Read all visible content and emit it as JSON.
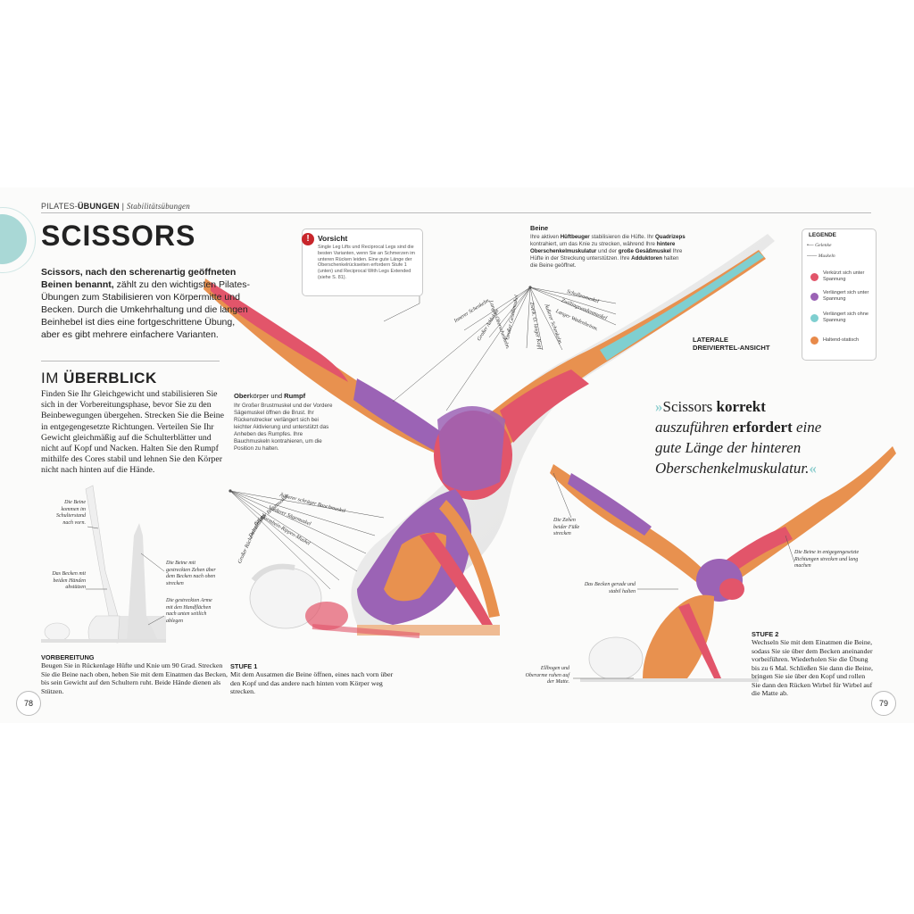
{
  "running_head": {
    "section": "PILATES-",
    "section_bold": "ÜBUNGEN",
    "separator": "|",
    "sub": "Stabilitätsübungen"
  },
  "title": "SCISSORS",
  "intro": {
    "bold": "Scissors, nach den scherenartig geöffneten Beinen benannt,",
    "rest": " zählt zu den wichtigsten Pilates-Übungen zum Stabilisieren von Körpermitte und Becken. Durch die Umkehrhaltung und die langen Beinhebel ist dies eine fortgeschrittene Übung, aber es gibt mehrere einfachere Varianten."
  },
  "overview": {
    "heading_light": "IM ",
    "heading_bold": "ÜBERBLICK",
    "text": "Finden Sie Ihr Gleichgewicht und stabilisieren Sie sich in der Vorbereitungsphase, bevor Sie zu den Beinbewegungen übergehen. Strecken Sie die Beine in entgegengesetzte Richtungen. Verteilen Sie Ihr Gewicht gleichmäßig auf die Schulterblätter und nicht auf Kopf und Nacken. Halten Sie den Rumpf mithilfe des Cores stabil und lehnen Sie den Körper nicht nach hinten auf die Hände."
  },
  "prep_captions": {
    "c1": "Die Beine kommen im Schulterstand nach vorn.",
    "c2": "Das Becken mit beiden Händen abstützen",
    "c3": "Die Beine mit gestreckten Zehen über dem Becken nach oben strecken",
    "c4": "Die gestreckten Arme mit den Handflächen nach unten seitlich ablegen"
  },
  "prep": {
    "label": "VORBEREITUNG",
    "text": "Beugen Sie in Rückenlage Hüfte und Knie um 90 Grad. Strecken Sie die Beine nach oben, heben Sie mit dem Einatmen das Becken, bis sein Gewicht auf den Schultern ruht. Beide Hände dienen als Stützen."
  },
  "warning": {
    "title": "Vorsicht",
    "icon": "!",
    "text": "Single Leg Lifts und Reciprocal Legs sind die besten Varianten, wenn Sie an Schmerzen im unteren Rücken leiden. Eine gute Länge der Oberschenkelrückseiten erfordern Stufe 1 (unten) und Reciprocal With Legs Extended (siehe S. 81)."
  },
  "legs": {
    "title": "Beine",
    "text_parts": [
      "Ihre aktiven ",
      "Hüftbeuger",
      " stabilisieren die Hüfte. Ihr ",
      "Quadrizeps",
      " kontrahiert, um das Knie zu strecken, während Ihre ",
      "hintere Oberschenkelmuskulatur",
      " und der ",
      "große Gesäßmuskel",
      " Ihre Hüfte in der Streckung unterstützen. Ihre ",
      "Adduktoren",
      " halten die Beine geöffnet."
    ]
  },
  "muscle_labels_legs": [
    "Innerer Schenkelm.",
    "Großer Adduktor",
    "Großer Gesäßmuskel",
    "Langer Oberschenkelm.",
    "Zweik. O. langer Kopf",
    "Äußerer Schenkelm.",
    "Schollenmuskel",
    "Zwillingswadenmuskel",
    "Langer Wadenbeinm."
  ],
  "lateral": {
    "line1": "LATERALE",
    "line2": "DREIVIERTEL-ANSICHT"
  },
  "legend": {
    "title": "LEGENDE",
    "joints": "Gelenke",
    "muscles": "Muskeln",
    "items": [
      {
        "label": "Verkürzt sich unter Spannung",
        "color": "#e2556a"
      },
      {
        "label": "Verlängert sich unter Spannung",
        "color": "#9b63b5"
      },
      {
        "label": "Verlängert sich ohne Spannung",
        "color": "#7fcfd0"
      },
      {
        "label": "Haltend-statisch",
        "color": "#e88a4a"
      }
    ]
  },
  "upper_body": {
    "title_a": "Ober",
    "title_b": "körper",
    "title_c": " und ",
    "title_d": "Rumpf",
    "text": "Ihr Großer Brustmuskel und der Vordere Sägemuskel öffnen die Brust. Ihr Rückenstrecker verlängert sich bei leichter Aktivierung und unterstützt das Anheben des Rumpfes. Ihre Bauchmuskeln kontrahieren, um die Position zu halten."
  },
  "muscle_labels_torso": [
    "Äußerer schräger Bauchmuskel",
    "Vorderer Sägemuskel",
    "Darmbein-Rippen-Muskel",
    "Großer Brustmuskel",
    "Deltamuskel",
    "Großer Rückenstrecker"
  ],
  "quote": {
    "open": "»",
    "t1": "Scissors ",
    "b1": "korrekt",
    "t2": " auszuführen ",
    "b2": "erfordert",
    "t3": " eine gute Länge der hinteren Oberschenkelmuskulatur.",
    "close": "«"
  },
  "stage1": {
    "label": "STUFE 1",
    "text": "Mit dem Ausatmen die Beine öffnen, eines nach vorn über den Kopf und das andere nach hinten vom Körper weg strecken."
  },
  "stage2_captions": {
    "c1": "Die Zehen beider Füße strecken",
    "c2": "Das Becken gerade und stabil halten",
    "c3": "Die Beine in entgegengesetzte Richtungen strecken und lang machen",
    "c4": "Ellbogen und Oberarme ruhen auf der Matte."
  },
  "stage2": {
    "label": "STUFE 2",
    "text": "Wechseln Sie mit dem Einatmen die Beine, sodass Sie sie über dem Becken aneinander vorbeiführen. Wiederholen Sie die Übung bis zu 6 Mal. Schließen Sie dann die Beine, bringen Sie sie über den Kopf und rollen Sie dann den Rücken Wirbel für Wirbel auf die Matte ab."
  },
  "page_left": "78",
  "page_right": "79"
}
